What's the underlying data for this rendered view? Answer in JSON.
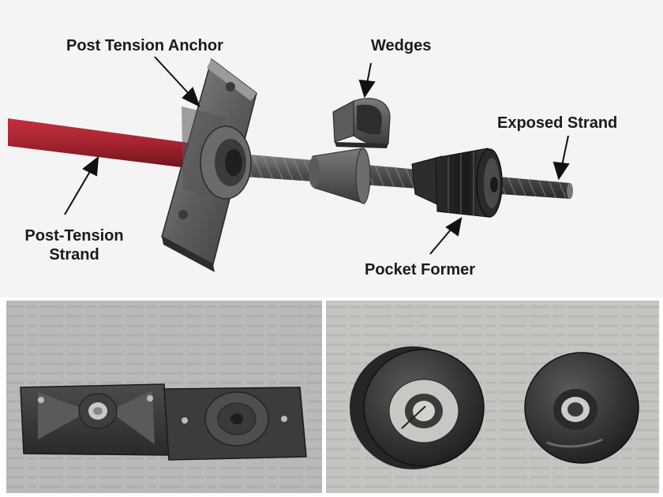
{
  "labels": {
    "anchor": "Post Tension Anchor",
    "wedges": "Wedges",
    "exposed": "Exposed Strand",
    "strand_line1": "Post-Tension",
    "strand_line2": "Strand",
    "pocket": "Pocket Former"
  },
  "colors": {
    "sheath_red": "#a3232f",
    "metal_dark": "#3e3e3e",
    "metal_mid": "#6a6a6a",
    "former_black": "#1f1f1f",
    "photo_bg": "#bdbcb9"
  }
}
